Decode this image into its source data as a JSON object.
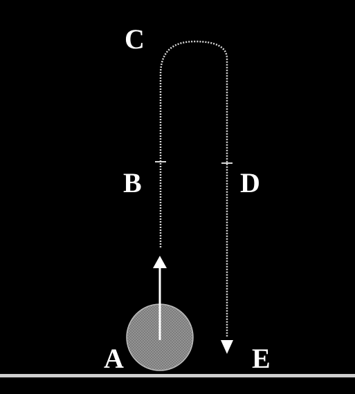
{
  "diagram": {
    "labels": {
      "a": "A",
      "b": "B",
      "c": "C",
      "d": "D",
      "e": "E"
    },
    "colors": {
      "background": "#000000",
      "path": "#d9d9d9",
      "arrow": "#ffffff",
      "ball_fill": "#8a8a8a",
      "ball_stroke": "#bdbdbd",
      "ground": "#cfcfcf",
      "label": "#ffffff"
    }
  }
}
